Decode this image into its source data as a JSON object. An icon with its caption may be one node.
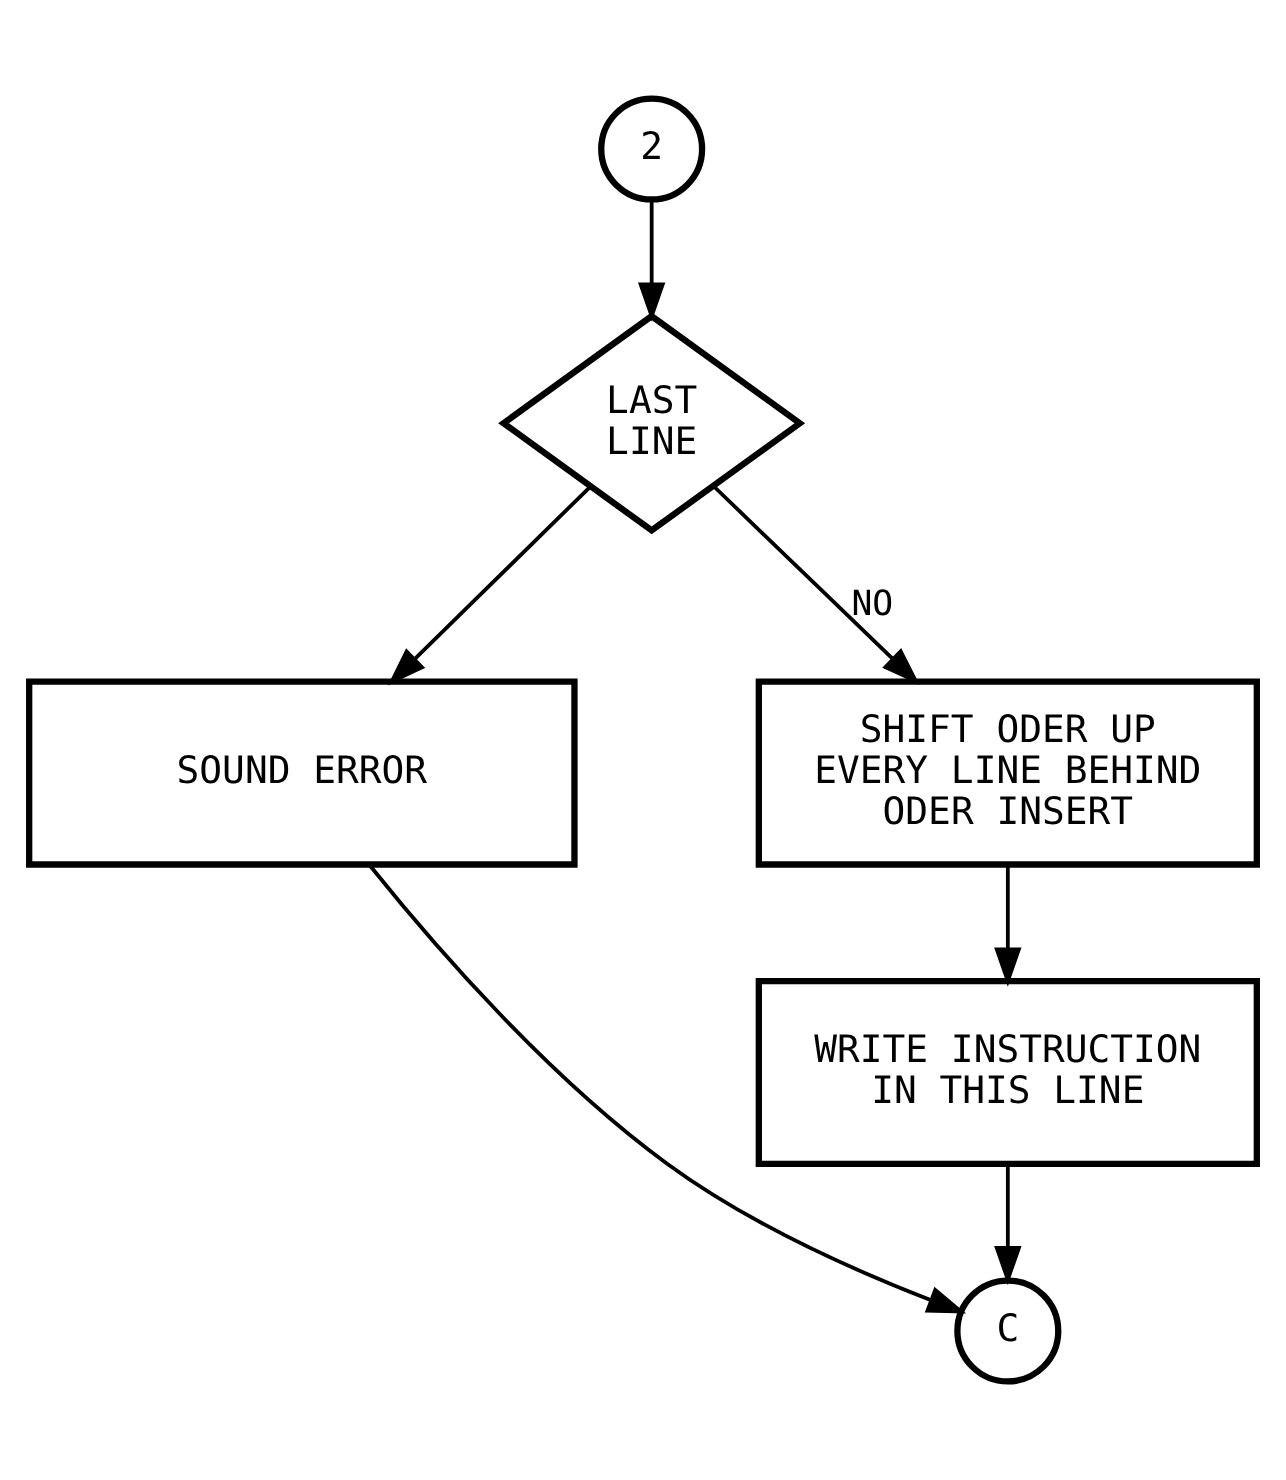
{
  "diagram": {
    "nodes": [
      {
        "text": [
          "2"
        ]
      },
      {
        "text": [
          "LAST LINE"
        ]
      },
      {
        "text": [
          "SOUND ERROR"
        ]
      },
      {
        "text": [
          "SHIFT ODER UP EVERY LINE BEHIND ODER INSERT"
        ]
      },
      {
        "text": [
          "WRITE INSTRUCTION IN THIS LINE"
        ]
      },
      {
        "text": [
          "C"
        ]
      }
    ],
    "edges": [
      {
        "from": 0,
        "to": 1,
        "arrow": "to"
      },
      {
        "from": 1,
        "to": 2,
        "arrow": "to"
      },
      {
        "from": 1,
        "to": 3,
        "arrow": "to",
        "label": "NO"
      },
      {
        "from": 3,
        "to": 4,
        "arrow": "to"
      },
      {
        "from": 4,
        "to": 5,
        "arrow": "to"
      },
      {
        "from": 2,
        "to": 5,
        "arrow": "to"
      }
    ]
  }
}
